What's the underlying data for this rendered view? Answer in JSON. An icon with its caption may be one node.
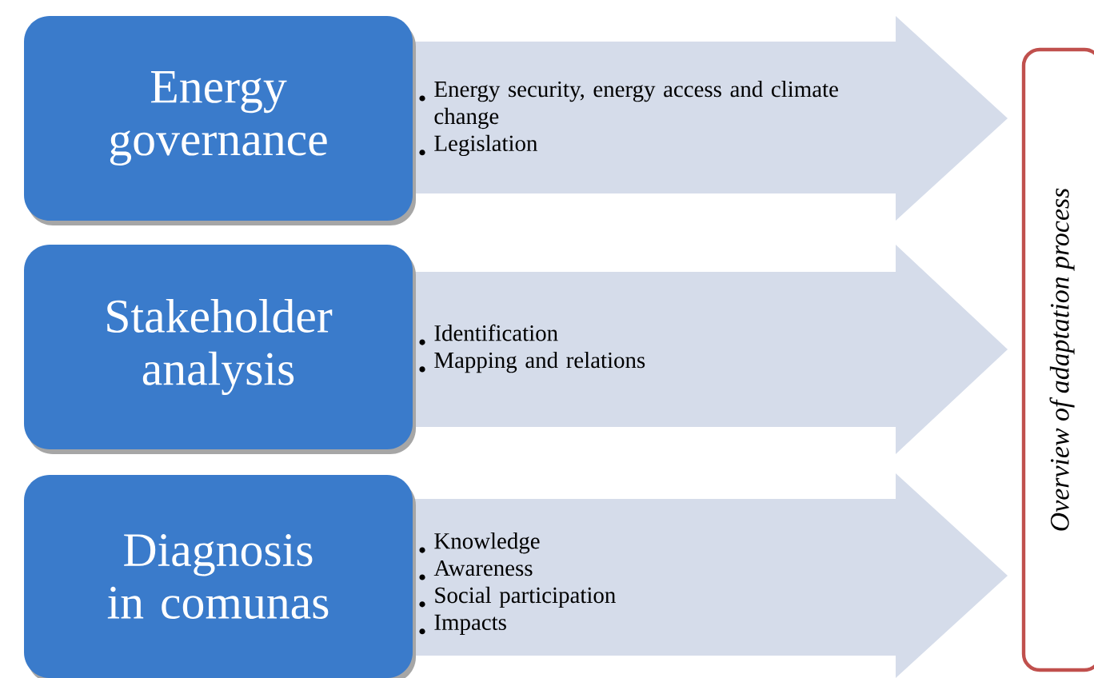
{
  "diagram": {
    "nodes": [
      {
        "text": [
          "Energy governance"
        ]
      },
      {
        "text": [
          "Stakeholder analysis"
        ]
      },
      {
        "text": [
          "Diagnosis in comunas"
        ]
      },
      {
        "text": [
          "Energy security, energy access and climate change",
          "Legislation"
        ]
      },
      {
        "text": [
          "Identification",
          "Mapping and relations"
        ]
      },
      {
        "text": [
          "Knowledge",
          "Awareness",
          "Social participation",
          "Impacts"
        ]
      },
      {
        "text": [
          "Overview of adaptation process"
        ]
      }
    ]
  }
}
